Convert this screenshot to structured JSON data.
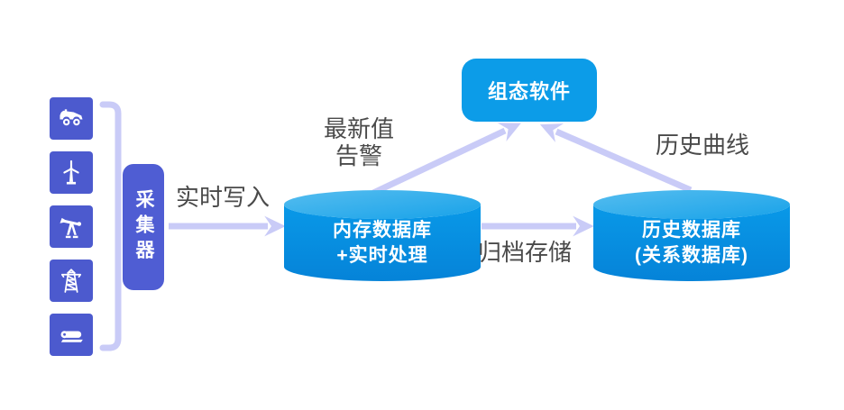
{
  "diagram": {
    "title_hint": "real-time data collection and storage architecture",
    "colors": {
      "indigo": "#4c5ace",
      "indigo_box": "#4f5dd3",
      "azure": "#0999e8",
      "azure_dark": "#0583d8",
      "azure_light": "#45b5ed",
      "lavender": "#c9cbf7",
      "label_text": "#4a4a4a",
      "node_text": "#ffffff"
    },
    "sources": {
      "icons": [
        {
          "name": "mining-truck-icon"
        },
        {
          "name": "wind-turbine-icon"
        },
        {
          "name": "oil-pumpjack-icon"
        },
        {
          "name": "transmission-tower-icon"
        },
        {
          "name": "paper-roll-icon"
        }
      ]
    },
    "collector": {
      "label": "采集器"
    },
    "nodes": {
      "scada": {
        "label": "组态软件"
      },
      "memory_db": {
        "line1": "内存数据库",
        "line2": "+实时处理"
      },
      "history_db": {
        "line1": "历史数据库",
        "line2": "(关系数据库)"
      }
    },
    "edges": {
      "realtime_write": {
        "label": "实时写入",
        "from": "collector",
        "to": "memory_db"
      },
      "latest_alarm": {
        "line1": "最新值",
        "line2": "告警",
        "from": "memory_db",
        "to": "scada"
      },
      "history_curve": {
        "label": "历史曲线",
        "from": "history_db",
        "to": "scada"
      },
      "archive_store": {
        "label": "归档存储",
        "from": "memory_db",
        "to": "history_db"
      }
    }
  }
}
